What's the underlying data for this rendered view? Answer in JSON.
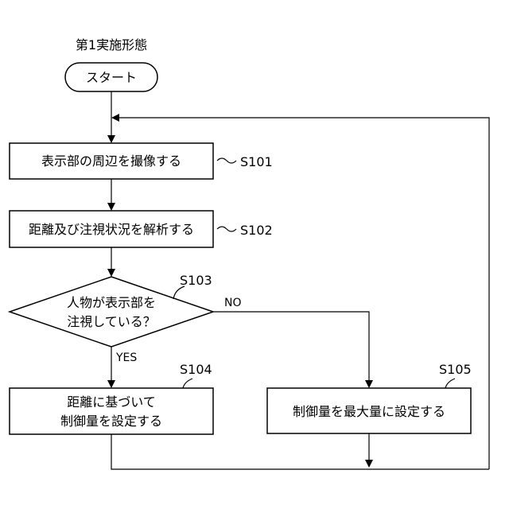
{
  "diagram": {
    "embodiment_label": "第1実施形態",
    "start_label": "スタート",
    "steps": {
      "s101": {
        "tag": "S101",
        "text": "表示部の周辺を撮像する"
      },
      "s102": {
        "tag": "S102",
        "text": "距離及び注視状況を解析する"
      },
      "s103": {
        "tag": "S103",
        "line1": "人物が表示部を",
        "line2": "注視している？"
      },
      "s104": {
        "tag": "S104",
        "line1": "距離に基づいて",
        "line2": "制御量を設定する"
      },
      "s105": {
        "tag": "S105",
        "text": "制御量を最大量に設定する"
      }
    },
    "branches": {
      "yes": "YES",
      "no": "NO"
    }
  }
}
